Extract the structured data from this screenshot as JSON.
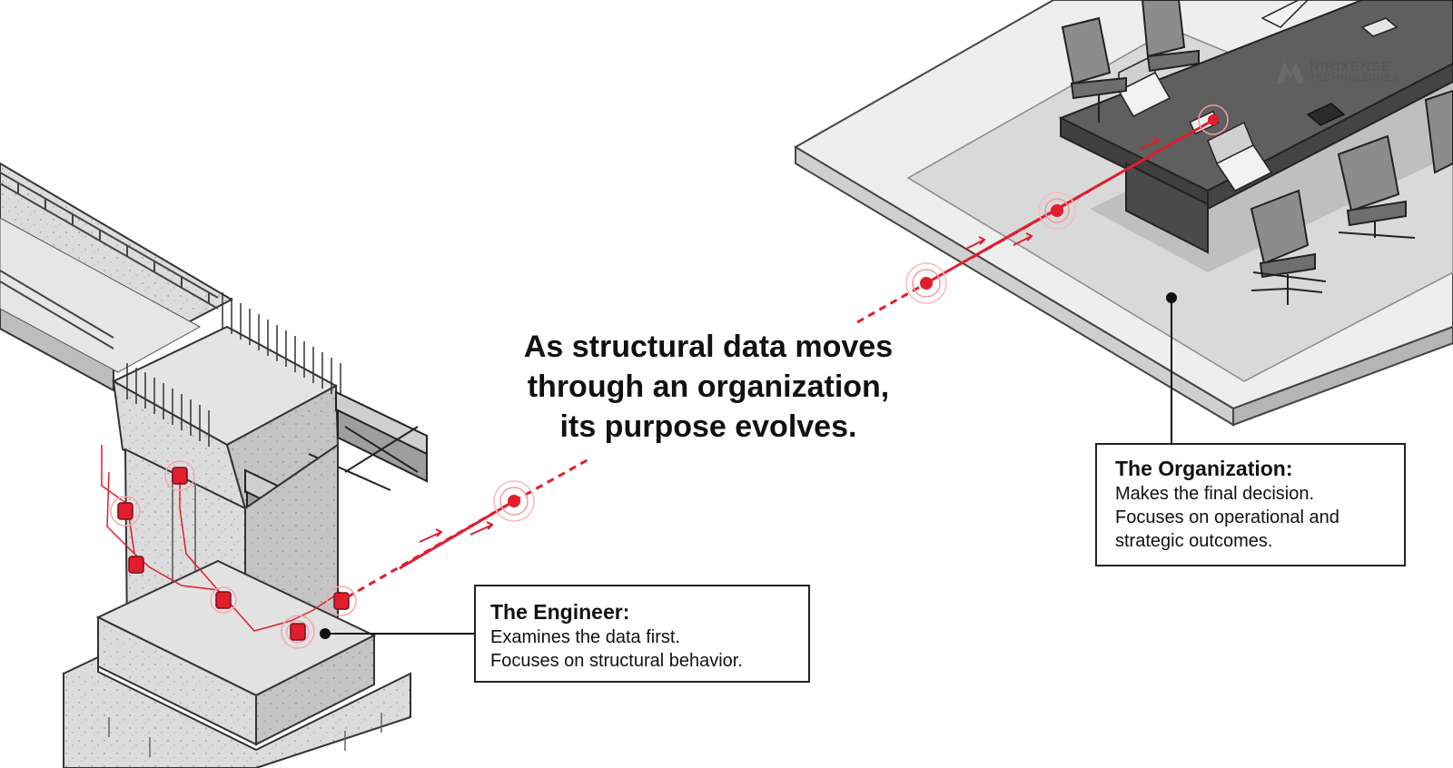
{
  "headline": {
    "line1": "As structural data moves",
    "line2": "through an organization,",
    "line3": "its purpose evolves."
  },
  "engineer_callout": {
    "title": "The Engineer:",
    "line1": "Examines the data first.",
    "line2": "Focuses on structural behavior."
  },
  "organization_callout": {
    "title": "The Organization:",
    "line1": "Makes the final decision.",
    "line2": "Focuses on operational and",
    "line3": "strategic outcomes."
  },
  "logo": {
    "name": "NIRIXENSE",
    "subtitle": "TECHNOLOGIES"
  },
  "colors": {
    "accent_red": "#e01e2d",
    "line_dark": "#222222",
    "concrete": "#dcdcdc",
    "floor": "#eeeeee"
  }
}
